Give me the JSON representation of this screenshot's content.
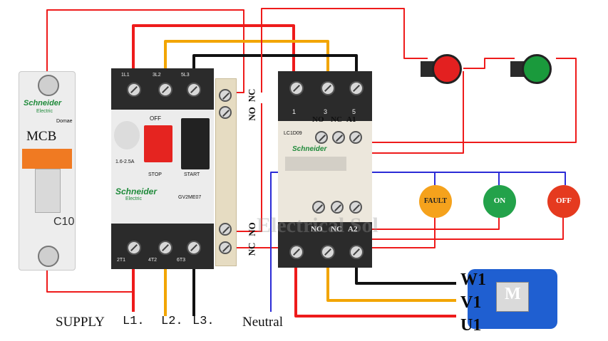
{
  "mcb": {
    "brand": "Schneider",
    "brand_sub": "Electric",
    "label": "MCB",
    "rating": "C10",
    "series": "Domae"
  },
  "mpcb": {
    "brand": "Schneider",
    "brand_sub": "Electric",
    "model": "GV2ME07",
    "range": "1.6-2.5A",
    "off_text": "OFF",
    "stop_text": "STOP",
    "start_text": "START",
    "top_terms": [
      "1L1",
      "3L2",
      "5L3"
    ],
    "bottom_terms": [
      "2T1",
      "4T2",
      "6T3"
    ],
    "aux_top": [
      "NC",
      "NO"
    ],
    "aux_bottom": [
      "NO",
      "NC"
    ]
  },
  "contactor": {
    "brand": "Schneider",
    "model": "LC1D09",
    "top_row": [
      "NO",
      "NC",
      "A1"
    ],
    "bottom_row": [
      "NO",
      "NC",
      "A2"
    ],
    "top_numbers": [
      "1",
      "3",
      "5"
    ]
  },
  "lamps": [
    {
      "label": "FAULT",
      "color": "#f5a21c"
    },
    {
      "label": "ON",
      "color": "#23a24a"
    },
    {
      "label": "OFF",
      "color": "#e53a1f"
    }
  ],
  "buttons": [
    {
      "color": "#e32020"
    },
    {
      "color": "#1a9a3c"
    }
  ],
  "motor": {
    "label": "M",
    "terminals": [
      "W1",
      "V1",
      "U1"
    ]
  },
  "supply": {
    "label": "SUPPLY",
    "phases": [
      "L1.",
      "L2.",
      "L3."
    ],
    "neutral": "Neutral"
  },
  "watermark": "Electrical Sol",
  "colors": {
    "red": "#ee1b1b",
    "yellow": "#f2a500",
    "black": "#111111",
    "blue": "#2b2bd6"
  }
}
